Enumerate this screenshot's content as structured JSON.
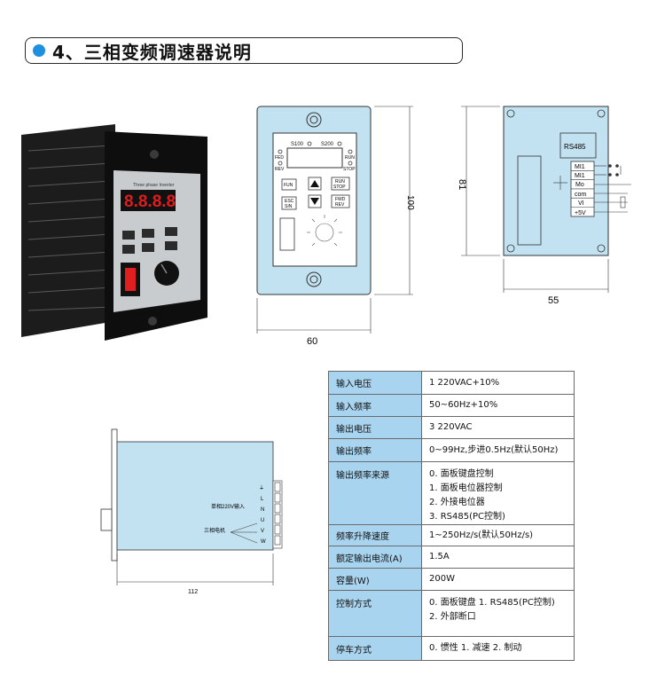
{
  "header": {
    "title": "4、三相变频调速器说明",
    "accent": "#1f8fe0"
  },
  "photo": {
    "brand": "Three phase Inverter",
    "display": "8.8.8.8"
  },
  "panel_drawing": {
    "top_left_label": "S100",
    "top_right_label": "S200",
    "fed": "FED",
    "rev": "REV",
    "run": "RUN",
    "stop": "STOP",
    "btn_fun": "FUN",
    "btn_run_stop_1": "RUN",
    "btn_run_stop_2": "STOP",
    "btn_esc_1": "ESC",
    "btn_esc_2": "SIN",
    "btn_fwd_1": "FWD",
    "btn_fwd_2": "REV",
    "dim_height": "100",
    "dim_width": "60"
  },
  "back_drawing": {
    "rs485": "RS485",
    "terminals": [
      "MI1",
      "MI1",
      "Mo",
      "com",
      "VI",
      "+5V"
    ],
    "dim_height": "81",
    "dim_width": "55"
  },
  "side_drawing": {
    "terminals": [
      "⏚",
      "L",
      "N",
      "U",
      "V",
      "W"
    ],
    "label_power": "单相220V输入",
    "label_motor": "三相电机",
    "dim_width": "112"
  },
  "specs": [
    {
      "label": "输入电压",
      "lines": [
        "1   220VAC+10%"
      ]
    },
    {
      "label": "输入频率",
      "lines": [
        "50~60Hz+10%"
      ]
    },
    {
      "label": "输出电压",
      "lines": [
        "3   220VAC"
      ]
    },
    {
      "label": "输出频率",
      "lines": [
        "0~99Hz,步进0.5Hz(默认50Hz)"
      ]
    },
    {
      "label": "输出频率来源",
      "lines": [
        "0. 面板键盘控制",
        "1. 面板电位器控制",
        "2. 外接电位器",
        "3. RS485(PC控制)"
      ]
    },
    {
      "label": "频率升降速度",
      "lines": [
        "1~250Hz/s(默认50Hz/s)"
      ]
    },
    {
      "label": "额定输出电流(A)",
      "lines": [
        "1.5A"
      ]
    },
    {
      "label": "容量(W)",
      "lines": [
        "200W"
      ]
    },
    {
      "label": "控制方式",
      "lines": [
        "0. 面板键盘  1. RS485(PC控制)",
        "2. 外部断口"
      ]
    },
    {
      "label": "停车方式",
      "lines": [
        "0. 惯性  1. 减速  2. 制动"
      ]
    }
  ]
}
